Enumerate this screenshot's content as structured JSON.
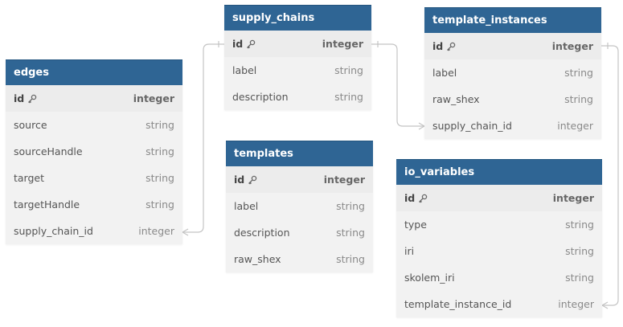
{
  "icons": {
    "primary_key": "key-icon"
  },
  "colors": {
    "header_bg": "#2f6594",
    "header_text": "#ffffff",
    "row_bg": "#f2f2f2",
    "link": "#c4c4c4"
  },
  "tables": [
    {
      "id": "edges",
      "name": "edges",
      "columns": [
        {
          "name": "id",
          "type": "integer",
          "pk": true
        },
        {
          "name": "source",
          "type": "string"
        },
        {
          "name": "sourceHandle",
          "type": "string"
        },
        {
          "name": "target",
          "type": "string"
        },
        {
          "name": "targetHandle",
          "type": "string"
        },
        {
          "name": "supply_chain_id",
          "type": "integer"
        }
      ]
    },
    {
      "id": "supply_chains",
      "name": "supply_chains",
      "columns": [
        {
          "name": "id",
          "type": "integer",
          "pk": true
        },
        {
          "name": "label",
          "type": "string"
        },
        {
          "name": "description",
          "type": "string"
        }
      ]
    },
    {
      "id": "templates",
      "name": "templates",
      "columns": [
        {
          "name": "id",
          "type": "integer",
          "pk": true
        },
        {
          "name": "label",
          "type": "string"
        },
        {
          "name": "description",
          "type": "string"
        },
        {
          "name": "raw_shex",
          "type": "string"
        }
      ]
    },
    {
      "id": "template_instances",
      "name": "template_instances",
      "columns": [
        {
          "name": "id",
          "type": "integer",
          "pk": true
        },
        {
          "name": "label",
          "type": "string"
        },
        {
          "name": "raw_shex",
          "type": "string"
        },
        {
          "name": "supply_chain_id",
          "type": "integer"
        }
      ]
    },
    {
      "id": "io_variables",
      "name": "io_variables",
      "columns": [
        {
          "name": "id",
          "type": "integer",
          "pk": true
        },
        {
          "name": "type",
          "type": "string"
        },
        {
          "name": "iri",
          "type": "string"
        },
        {
          "name": "skolem_iri",
          "type": "string"
        },
        {
          "name": "template_instance_id",
          "type": "integer"
        }
      ]
    }
  ]
}
